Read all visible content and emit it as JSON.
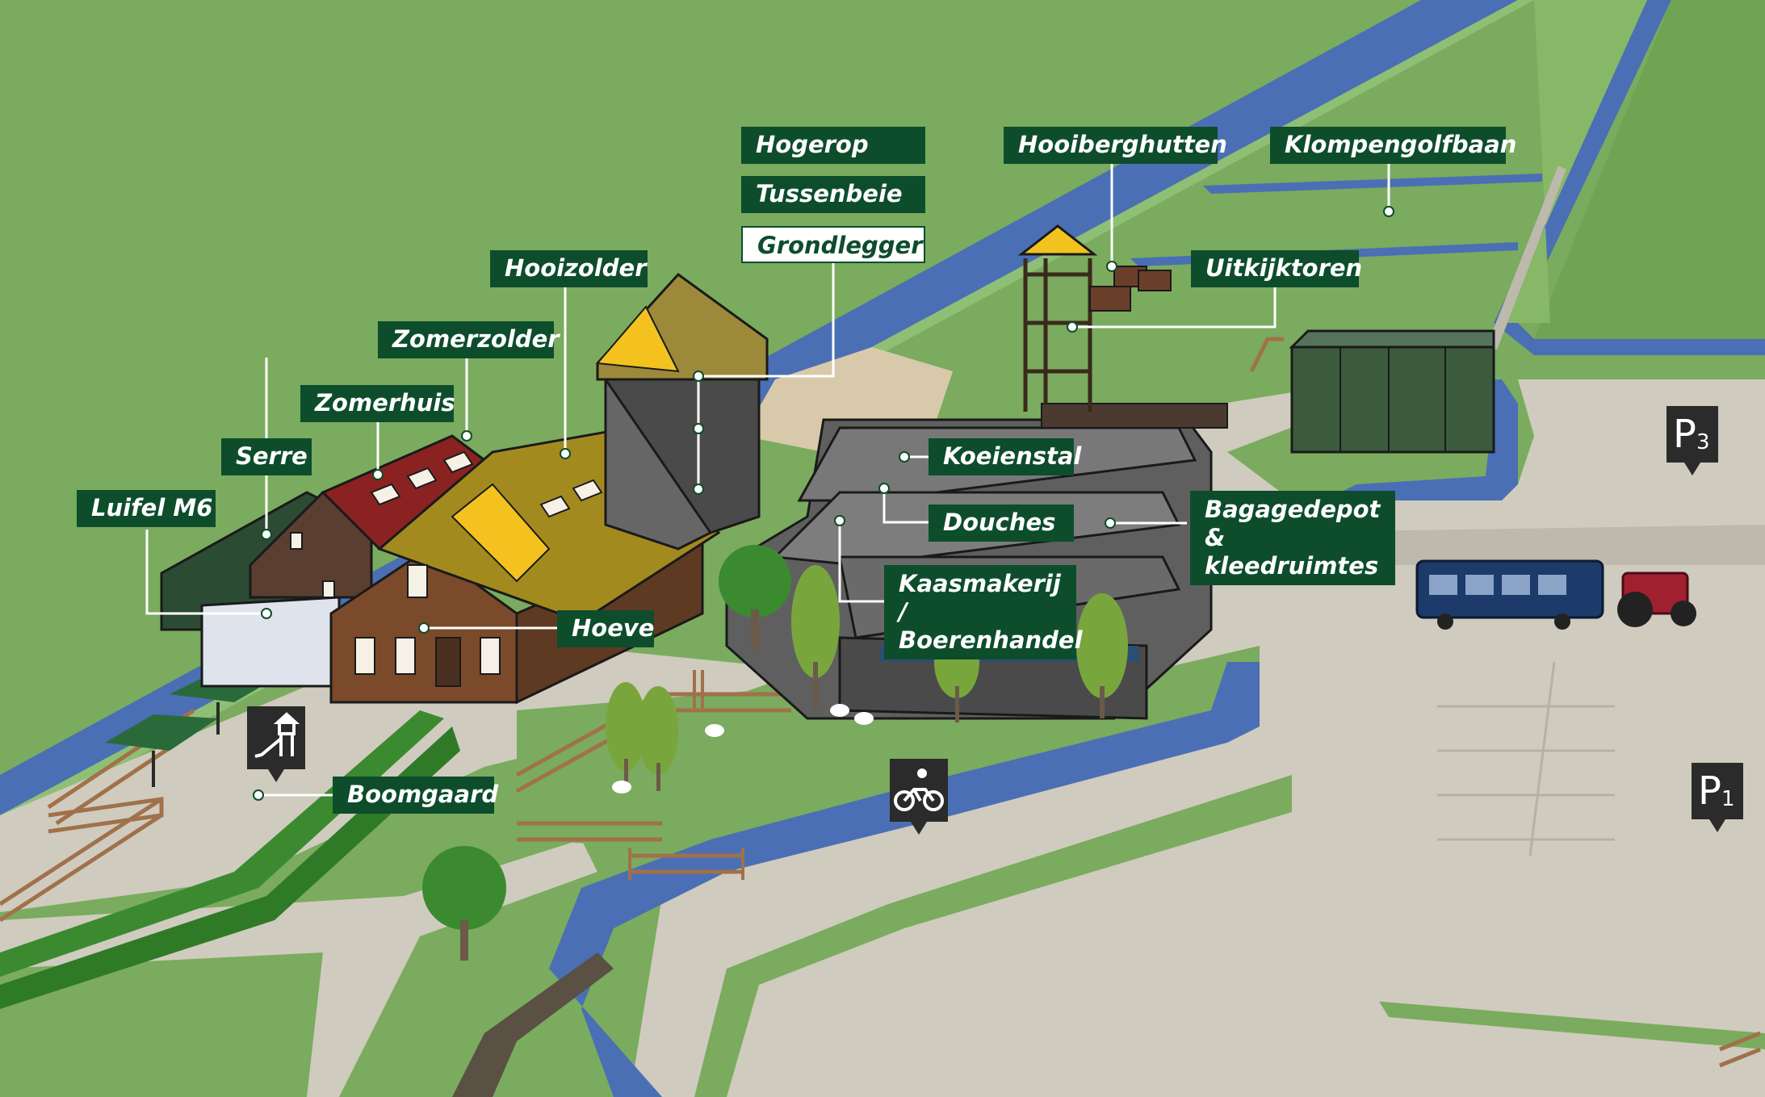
{
  "labels": {
    "hogerop": "Hogerop",
    "tussenbeie": "Tussenbeie",
    "grondlegger": "Grondlegger",
    "hooiberghutten": "Hooiberghutten",
    "klompengolfbaan": "Klompengolfbaan",
    "hooizolder": "Hooizolder",
    "uitkijktoren": "Uitkijktoren",
    "zomerzolder": "Zomerzolder",
    "zomerhuis": "Zomerhuis",
    "serre": "Serre",
    "koeienstal": "Koeienstal",
    "luifel": "Luifel M6",
    "douches": "Douches",
    "bagagedepot_1": "Bagagedepot",
    "bagagedepot_2": "& kleedruimtes",
    "kaasmakerij_1": "Kaasmakerij /",
    "kaasmakerij_2": "Boerenhandel",
    "hoeve": "Hoeve",
    "boomgaard": "Boomgaard"
  },
  "parking": {
    "p3_letter": "P",
    "p3_number": "3",
    "p1_letter": "P",
    "p1_number": "1"
  },
  "icons": {
    "playground": "playground-icon",
    "cycling": "cyclist-icon"
  },
  "colors": {
    "grass": "#7aab5e",
    "water": "#4a6fb5",
    "path": "#cdc9bb",
    "label_bg": "#0d4d2c",
    "label_text": "#ffffff",
    "pin": "#2b2b2b"
  }
}
